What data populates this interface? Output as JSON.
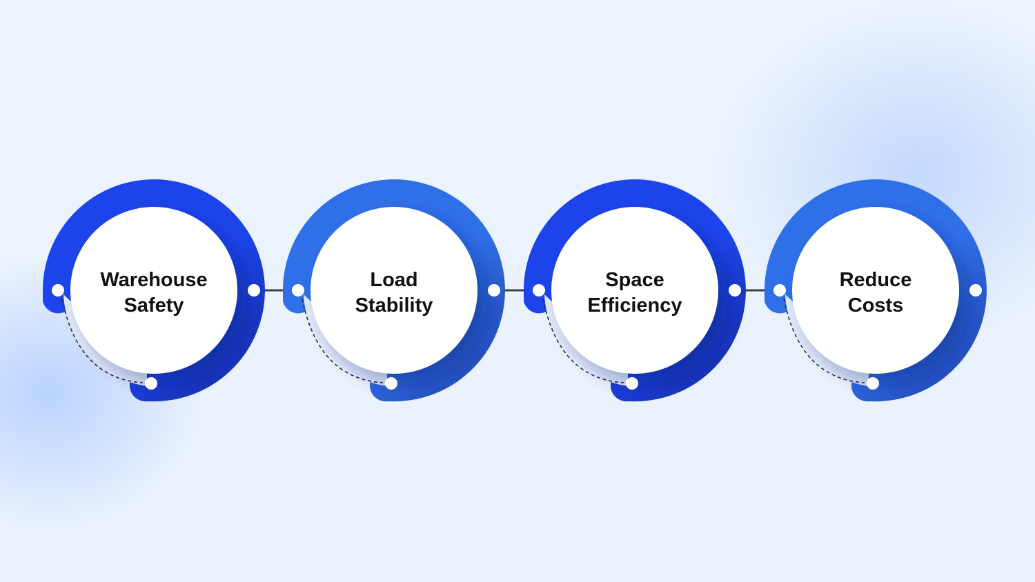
{
  "steps": [
    {
      "line1": "Warehouse",
      "line2": "Safety",
      "ring_color": "#1c44ea",
      "ring_dark": "#152a9c"
    },
    {
      "line1": "Load",
      "line2": "Stability",
      "ring_color": "#2f6fe8",
      "ring_dark": "#1f3fa8"
    },
    {
      "line1": "Space",
      "line2": "Efficiency",
      "ring_color": "#1c44ea",
      "ring_dark": "#152a9c"
    },
    {
      "line1": "Reduce",
      "line2": "Costs",
      "ring_color": "#2f6fe8",
      "ring_dark": "#1f3fa8"
    }
  ],
  "colors": {
    "connector": "#3a3f4d",
    "dot": "#ffffff",
    "inner": "#ffffff",
    "dashed": "#2b2f3a"
  }
}
